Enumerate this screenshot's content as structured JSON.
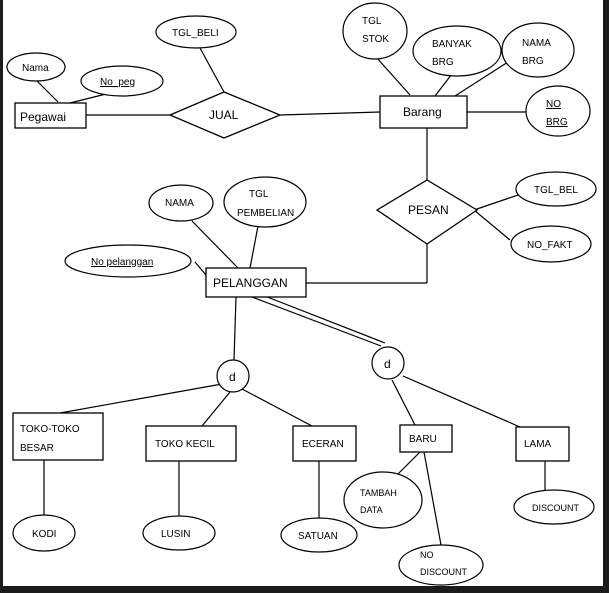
{
  "diagram": {
    "entities": {
      "pegawai": "Pegawai",
      "barang": "Barang",
      "pelanggan": "PELANGGAN",
      "toko_besar": [
        "TOKO-TOKO",
        "BESAR"
      ],
      "toko_kecil": "TOKO KECIL",
      "eceran": "ECERAN",
      "baru": "BARU",
      "lama": "LAMA"
    },
    "relationships": {
      "jual": "JUAL",
      "pesan": "PESAN"
    },
    "attributes": {
      "nama_pegawai": "Nama",
      "no_peg": "No_peg",
      "tgl_beli": "TGL_BELI",
      "tgl_stok": [
        "TGL",
        "STOK"
      ],
      "banyak_brg": [
        "BANYAK",
        "BRG"
      ],
      "nama_brg": [
        "NAMA",
        "BRG"
      ],
      "no_brg": [
        "NO",
        "BRG"
      ],
      "tgl_bel": "TGL_BEL",
      "no_fakt": "NO_FAKT",
      "nama_pelanggan": "NAMA",
      "tgl_pembelian": [
        "TGL",
        "PEMBELIAN"
      ],
      "no_pelanggan": "No pelanggan",
      "kodi": "KODI",
      "lusin": "LUSIN",
      "satuan": "SATUAN",
      "tambah_data": [
        "TAMBAH",
        "DATA"
      ],
      "no_discount": [
        "NO",
        "DISCOUNT"
      ],
      "discount": "DISCOUNT"
    },
    "specializations": {
      "pelanggan_d": "d",
      "baru_d": "d"
    }
  }
}
